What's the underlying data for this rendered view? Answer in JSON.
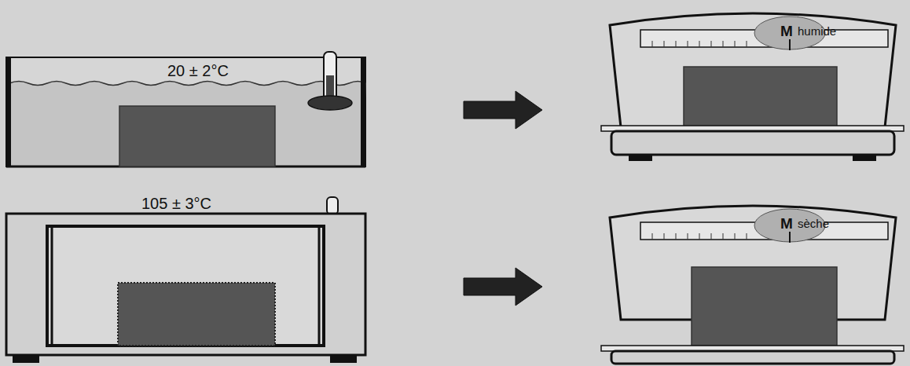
{
  "diagram": {
    "nodes": [
      {
        "text": [
          "20 ± 2°C"
        ]
      },
      {
        "text": [
          "M",
          "humide"
        ]
      },
      {
        "text": [
          "105 ± 3°C"
        ]
      },
      {
        "text": [
          "M",
          "sèche"
        ]
      }
    ],
    "edges": [
      {
        "from": 0,
        "to": 1,
        "arrow": "to"
      },
      {
        "from": 2,
        "to": 3,
        "arrow": "to"
      }
    ]
  }
}
